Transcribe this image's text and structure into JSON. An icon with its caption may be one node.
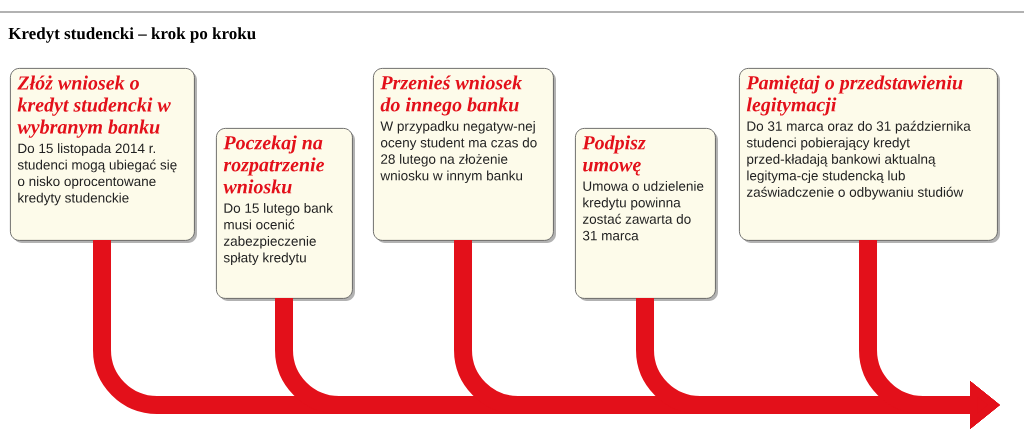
{
  "diagram": {
    "title": "Kredyt studencki – krok po kroku",
    "nodes": [
      {
        "text": [
          "Złóż wniosek o kredyt studencki w wybranym banku",
          "Do 15 listopada 2014 r. studenci mogą ubiegać się o nisko oprocentowane kredyty studenckie"
        ]
      },
      {
        "text": [
          "Poczekaj na rozpatrzenie wniosku",
          "Do 15 lutego bank musi ocenić zabezpieczenie spłaty kredytu"
        ]
      },
      {
        "text": [
          "Przenieś wniosek do innego banku",
          "W przypadku negatyw-nej oceny student ma czas do 28 lutego na złożenie wniosku w innym banku"
        ]
      },
      {
        "text": [
          "Podpisz umowę",
          "Umowa o udzielenie kredytu powinna zostać zawarta do 31 marca"
        ]
      },
      {
        "text": [
          "Pamiętaj o przedstawieniu legitymacji",
          "Do 31 marca oraz do 31 października studenci pobierający kredyt przed-kładają bankowi aktualną legityma-cje studencką lub zaświadczenie o odbywaniu studiów"
        ]
      }
    ],
    "edges": [
      {
        "from": 0,
        "to": null,
        "arrow": "to"
      },
      {
        "from": 1,
        "to": null,
        "arrow": "to"
      },
      {
        "from": 2,
        "to": null,
        "arrow": "to"
      },
      {
        "from": 3,
        "to": null,
        "arrow": "to"
      },
      {
        "from": 4,
        "to": null,
        "arrow": "to"
      }
    ]
  }
}
